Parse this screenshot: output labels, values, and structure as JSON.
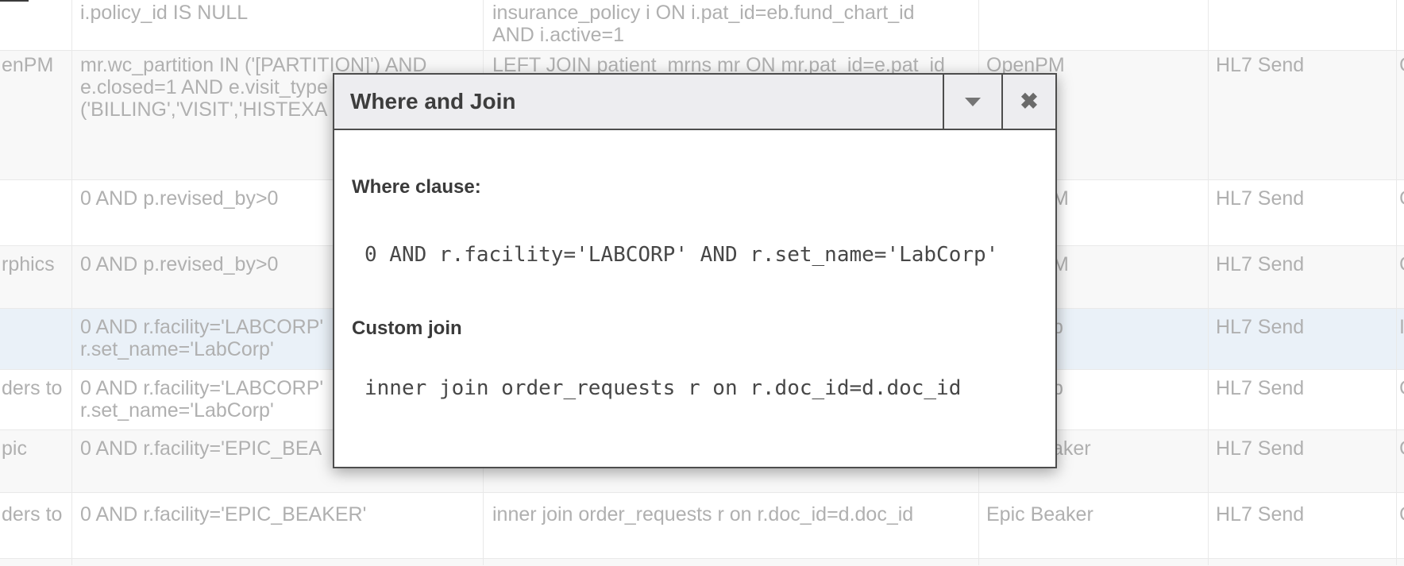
{
  "modal": {
    "title": "Where and Join",
    "where_label": "Where clause:",
    "where_value": "0 AND r.facility='LABCORP' AND r.set_name='LabCorp'",
    "join_label": "Custom join",
    "join_value": "inner join order_requests r on r.doc_id=d.doc_id"
  },
  "table": {
    "rows": [
      {
        "cells": {
          "c2": "i.policy_id IS NULL",
          "c3": "insurance_policy i ON i.pat_id=eb.fund_chart_id\nAND i.active=1"
        }
      },
      {
        "cells": {
          "c1": "enPM",
          "c2": "mr.wc_partition IN ('[PARTITION]') AND\ne.closed=1 AND e.visit_type\n('BILLING','VISIT','HISTEXA",
          "c3": "LEFT JOIN patient_mrns mr ON mr.pat_id=e.pat_id",
          "c4": "OpenPM",
          "c5": "HL7 Send",
          "c6": "C"
        }
      },
      {
        "cells": {
          "c2": "0 AND p.revised_by>0",
          "c4": "M",
          "c5": "HL7 Send",
          "c6": "C"
        }
      },
      {
        "cells": {
          "c1": "rphics",
          "c2": "0 AND p.revised_by>0",
          "c4": "M",
          "c5": "HL7 Send",
          "c6": "C"
        }
      },
      {
        "cells": {
          "c2": "0 AND r.facility='LABCORP'\nr.set_name='LabCorp'",
          "c4": "p",
          "c5": "HL7 Send",
          "c6": "I"
        }
      },
      {
        "cells": {
          "c1": "ders to",
          "c2": "0 AND r.facility='LABCORP'\nr.set_name='LabCorp'",
          "c4": "p",
          "c5": "HL7 Send",
          "c6": "C"
        }
      },
      {
        "cells": {
          "c1": "pic",
          "c2": "0 AND r.facility='EPIC_BEA",
          "c4": "aker",
          "c5": "HL7 Send",
          "c6": "C"
        }
      },
      {
        "cells": {
          "c1": "ders to",
          "c2": "0 AND r.facility='EPIC_BEAKER'",
          "c3": "inner join order_requests r on r.doc_id=d.doc_id",
          "c4": "Epic Beaker",
          "c5": "HL7 Send",
          "c6": "C"
        }
      }
    ]
  }
}
